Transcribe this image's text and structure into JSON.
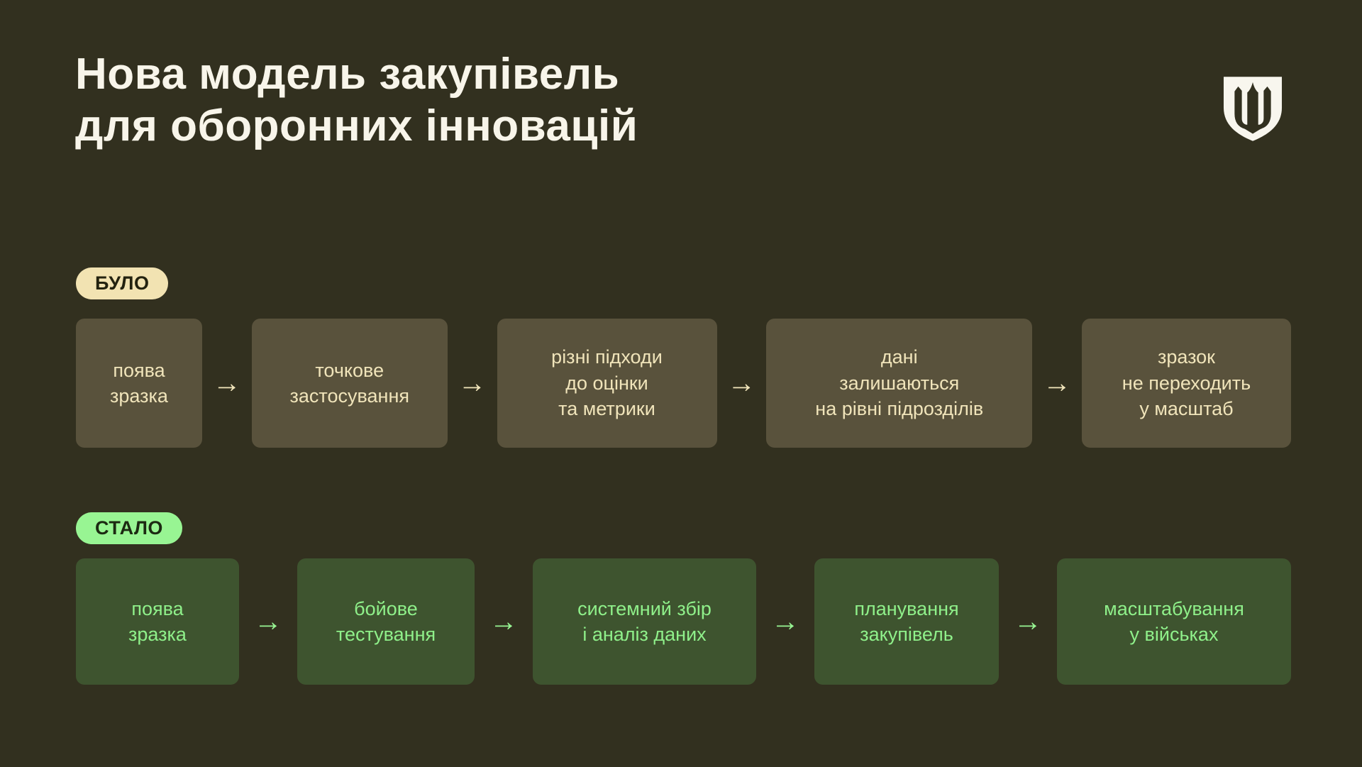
{
  "title": {
    "line1": "Нова модель закупівель",
    "line2": "для оборонних інновацій"
  },
  "logo": {
    "icon": "ukraine-trident-shield-icon"
  },
  "colors": {
    "background": "#32301f",
    "title_text": "#f8f5ea",
    "was_badge_bg": "#f2e3b2",
    "was_badge_text": "#23220f",
    "was_box_bg": "#59523c",
    "was_box_text": "#f0e4ba",
    "became_badge_bg": "#98f593",
    "became_badge_text": "#1c2a12",
    "became_box_bg": "#3e542f",
    "became_box_text": "#8ff08a",
    "logo_fill": "#f8f6ee"
  },
  "flows": [
    {
      "id": "was",
      "badge": "БУЛО",
      "arrow": "→",
      "steps": [
        "поява\nзразка",
        "точкове\nзастосування",
        "різні підходи\nдо оцінки\nта метрики",
        "дані\nзалишаються\nна рівні підрозділів",
        "зразок\nне переходить\nу масштаб"
      ]
    },
    {
      "id": "became",
      "badge": "СТАЛО",
      "arrow": "→",
      "steps": [
        "поява\nзразка",
        "бойове\nтестування",
        "системний збір\nі аналіз даних",
        "планування\nзакупівель",
        "масштабування\nу військах"
      ]
    }
  ]
}
